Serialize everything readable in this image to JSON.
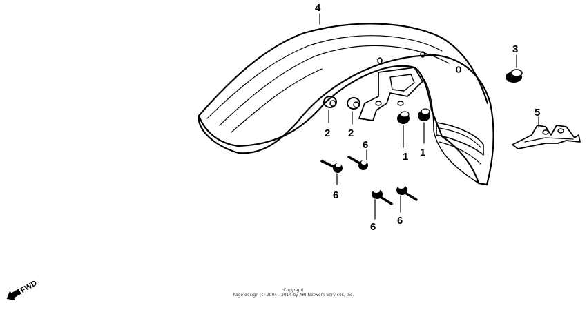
{
  "callouts": {
    "c1a": "1",
    "c1b": "1",
    "c2a": "2",
    "c2b": "2",
    "c3": "3",
    "c4": "4",
    "c5": "5",
    "c6a": "6",
    "c6b": "6",
    "c6c": "6",
    "c6d": "6"
  },
  "fwd_label": "FWD",
  "copyright": {
    "line1": "Copyright",
    "line2": "Page design (c) 2004 - 2014 by ARI Network Services, Inc."
  }
}
